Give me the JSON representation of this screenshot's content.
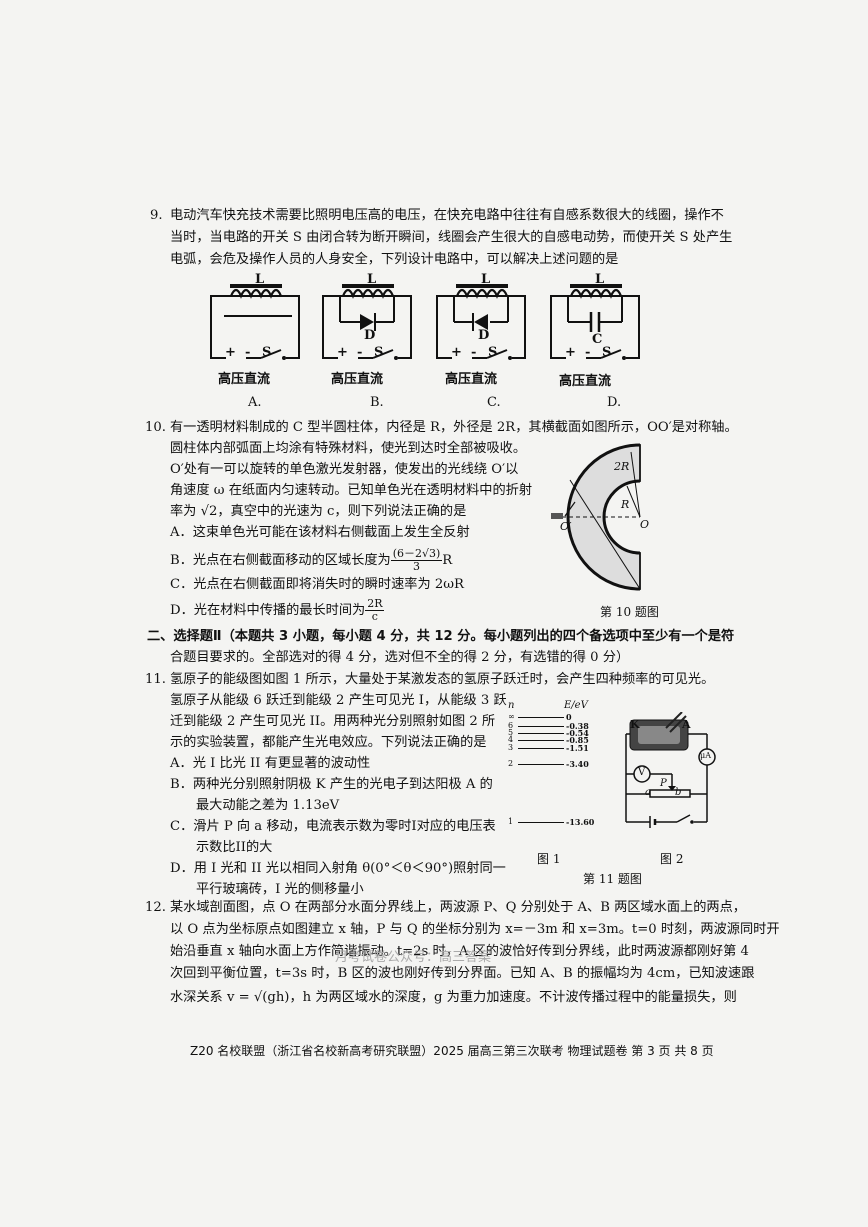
{
  "q9": {
    "num": "9.",
    "l1": "电动汽车快充技术需要比照明电压高的电压，在快充电路中往往有自感系数很大的线圈，操作不",
    "l2": "当时，当电路的开关 S 由闭合转为断开瞬间，线圈会产生很大的自感电动势，而使开关 S 处产生",
    "l3": "电弧，会危及操作人员的人身安全，下列设计电路中，可以解决上述问题的是",
    "coil": "L",
    "switch": "S",
    "plus": "+",
    "minus": "-",
    "source": "高压直流",
    "diode": "D",
    "cap": "C",
    "opts": [
      "A.",
      "B.",
      "C.",
      "D."
    ]
  },
  "q10": {
    "num": "10.",
    "l1": "有一透明材料制成的 C 型半圆柱体，内径是 R，外径是 2R，其横截面如图所示，OO′是对称轴。",
    "l2": "圆柱体内部弧面上均涂有特殊材料，使光到达时全部被吸收。",
    "l3": "O′处有一可以旋转的单色激光发射器，使发出的光线绕 O′以",
    "l4": "角速度 ω 在纸面内匀速转动。已知单色光在透明材料中的折射",
    "l5": "率为 √2，真空中的光速为 c，则下列说法正确的是",
    "A": "A．这束单色光可能在该材料右侧截面上发生全反射",
    "B_pre": "B．光点在右侧截面移动的区域长度为",
    "B_num": "(6－2√3)",
    "B_den": "3",
    "B_post": "R",
    "C": "C．光点在右侧截面即将消失时的瞬时速率为 2ωR",
    "D_pre": "D．光在材料中传播的最长时间为",
    "D_num": "2R",
    "D_den": "c",
    "fig_2R": "2R",
    "fig_R": "R",
    "fig_O1": "O′",
    "fig_O": "O",
    "caption": "第 10 题图"
  },
  "sec2": {
    "l1": "二、选择题Ⅱ（本题共 3 小题，每小题 4 分，共 12 分。每小题列出的四个备选项中至少有一个是符",
    "l2": "合题目要求的。全部选对的得 4 分，选对但不全的得 2 分，有选错的得 0 分）"
  },
  "q11": {
    "num": "11.",
    "l1": "氢原子的能级图如图 1 所示，大量处于某激发态的氢原子跃迁时，会产生四种频率的可见光。",
    "l2": "氢原子从能级 6 跃迁到能级 2 产生可见光 I，从能级 3 跃",
    "l3": "迁到能级 2 产生可见光 II。用两种光分别照射如图 2 所",
    "l4": "示的实验装置，都能产生光电效应。下列说法正确的是",
    "A": "A．光 I 比光 II 有更显著的波动性",
    "B1": "B．两种光分别照射阴极 K 产生的光电子到达阳极 A 的",
    "B2": "最大动能之差为 1.13eV",
    "C1": "C．滑片 P 向 a 移动，电流表示数为零时I对应的电压表",
    "C2": "示数比II的大",
    "D1": "D．用 I 光和 II 光以相同入射角 θ(0°＜θ＜90°)照射同一",
    "D2": "平行玻璃砖，I 光的侧移量小",
    "levels_header_n": "n",
    "levels_header_e": "E/eV",
    "levels": [
      {
        "n": "∞",
        "e": "0"
      },
      {
        "n": "6",
        "e": "-0.38"
      },
      {
        "n": "5",
        "e": "-0.54"
      },
      {
        "n": "4",
        "e": "-0.85"
      },
      {
        "n": "3",
        "e": "-1.51"
      },
      {
        "n": "2",
        "e": "-3.40"
      },
      {
        "n": "1",
        "e": "-13.60"
      }
    ],
    "fig2_K": "K",
    "fig2_A": "A",
    "fig2_uA": "μA",
    "fig2_V": "V",
    "fig2_P": "P",
    "fig2_a": "a",
    "fig2_b": "b",
    "cap1": "图 1",
    "cap2": "图 2",
    "caption": "第 11 题图"
  },
  "q12": {
    "num": "12.",
    "l1": "某水域剖面图，点 O 在两部分水面分界线上，两波源 P、Q 分别处于 A、B 两区域水面上的两点，",
    "l2": "以 O 点为坐标原点如图建立 x 轴，P 与 Q 的坐标分别为 x=－3m 和 x=3m。t=0 时刻，两波源同时开",
    "l3": "始沿垂直 x 轴向水面上方作简谐振动。t=2s 时，A 区的波恰好传到分界线，此时两波源都刚好第 4",
    "l4": "次回到平衡位置，t=3s 时，B 区的波也刚好传到分界面。已知 A、B 的振幅均为 4cm，已知波速跟",
    "l5": "水深关系 v = √(gh)，h 为两区域水的深度，g 为重力加速度。不计波传播过程中的能量损失，则",
    "watermark": "月考试卷公众号：高三答案"
  },
  "footer": "Z20 名校联盟（浙江省名校新高考研究联盟）2025 届高三第三次联考  物理试题卷   第 3 页  共 8 页"
}
